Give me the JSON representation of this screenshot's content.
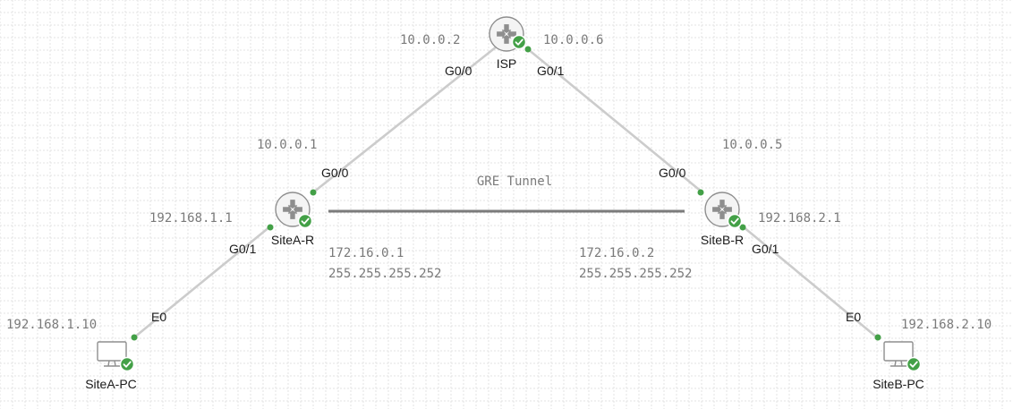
{
  "nodes": {
    "isp": {
      "name": "ISP",
      "kind": "router",
      "status": "up"
    },
    "sitea_r": {
      "name": "SiteA-R",
      "kind": "router",
      "status": "up"
    },
    "siteb_r": {
      "name": "SiteB-R",
      "kind": "router",
      "status": "up"
    },
    "sitea_pc": {
      "name": "SiteA-PC",
      "kind": "pc",
      "status": "up"
    },
    "siteb_pc": {
      "name": "SiteB-PC",
      "kind": "pc",
      "status": "up"
    }
  },
  "ports": {
    "isp_g00": "G0/0",
    "isp_g01": "G0/1",
    "sitea_r_g00": "G0/0",
    "sitea_r_g01": "G0/1",
    "siteb_r_g00": "G0/0",
    "siteb_r_g01": "G0/1",
    "sitea_pc_e0": "E0",
    "siteb_pc_e0": "E0"
  },
  "addresses": {
    "isp_g00": "10.0.0.2",
    "isp_g01": "10.0.0.6",
    "sitea_r_g00": "10.0.0.1",
    "siteb_r_g00": "10.0.0.5",
    "sitea_r_g01": "192.168.1.1",
    "siteb_r_g01": "192.168.2.1",
    "sitea_pc_e0": "192.168.1.10",
    "siteb_pc_e0": "192.168.2.10"
  },
  "tunnel": {
    "label": "GRE Tunnel",
    "sitea_ip": "172.16.0.1",
    "sitea_mask": "255.255.255.252",
    "siteb_ip": "172.16.0.2",
    "siteb_mask": "255.255.255.252"
  },
  "colors": {
    "status_up": "#43a047",
    "link": "#cccccc",
    "tunnel": "#7b7b7b",
    "address_text": "#7a7a7a"
  },
  "icons": {
    "router": "router-icon",
    "pc": "pc-icon",
    "status": "check-badge-icon"
  }
}
